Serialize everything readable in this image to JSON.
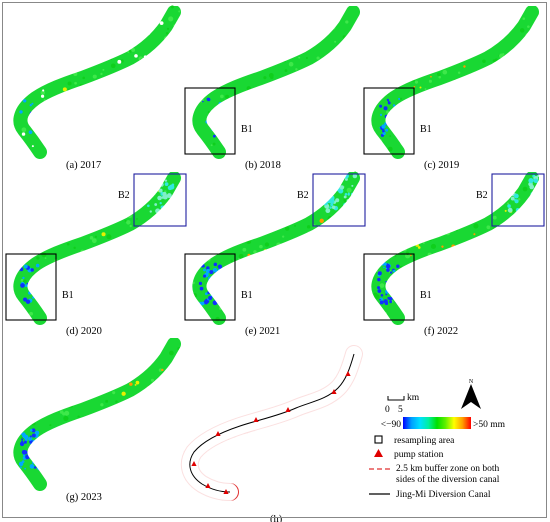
{
  "panels": [
    {
      "id": "a",
      "caption": "(a) 2017",
      "has_b1": false,
      "has_b2": false,
      "data_coverage": "patchy",
      "max_deformation_level": "low"
    },
    {
      "id": "b",
      "caption": "(b) 2018",
      "has_b1": true,
      "has_b2": false,
      "data_coverage": "full",
      "max_deformation_level": "low"
    },
    {
      "id": "c",
      "caption": "(c) 2019",
      "has_b1": true,
      "has_b2": false,
      "data_coverage": "full",
      "max_deformation_level": "medium"
    },
    {
      "id": "d",
      "caption": "(d) 2020",
      "has_b1": true,
      "has_b2": true,
      "data_coverage": "full",
      "max_deformation_level": "medium"
    },
    {
      "id": "e",
      "caption": "(e) 2021",
      "has_b1": true,
      "has_b2": true,
      "data_coverage": "full",
      "max_deformation_level": "high"
    },
    {
      "id": "f",
      "caption": "(f) 2022",
      "has_b1": true,
      "has_b2": true,
      "data_coverage": "full",
      "max_deformation_level": "high"
    },
    {
      "id": "g",
      "caption": "(g) 2023",
      "has_b1": false,
      "has_b2": false,
      "data_coverage": "full",
      "max_deformation_level": "high"
    },
    {
      "id": "h",
      "caption": "(h)",
      "type": "schematic"
    }
  ],
  "box_labels": {
    "b1": "B1",
    "b2": "B2"
  },
  "scale_bar": {
    "unit": "km",
    "tick_start": "0",
    "tick_end": "5"
  },
  "north_arrow": {
    "label": "N"
  },
  "colorbar": {
    "min_label": "<−90",
    "max_label": ">50 mm",
    "min_value": -90,
    "max_value": 50,
    "stops": [
      "#0000ff",
      "#00a0ff",
      "#00e0ff",
      "#00f0a0",
      "#00e000",
      "#60f000",
      "#ffff00",
      "#ffa000",
      "#ff0000"
    ]
  },
  "legend": {
    "resampling": "resampling area",
    "pump": "pump station",
    "buffer_line1": "2.5 km buffer zone on both",
    "buffer_line2": "sides of the diversion canal",
    "canal": "Jing-Mi Diversion Canal"
  },
  "colors": {
    "deformation_base": "#19d833",
    "box_b1": "#000000",
    "box_b2": "#2020a0",
    "buffer": "#e03030",
    "pump": "#e00000",
    "canal": "#000000"
  }
}
